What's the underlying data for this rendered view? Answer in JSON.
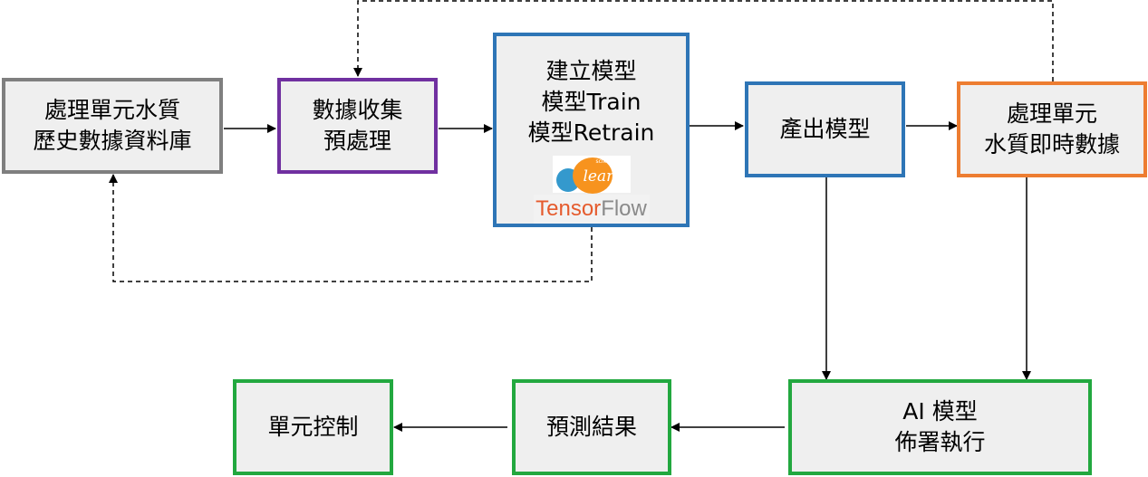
{
  "nodes": {
    "history_db": {
      "line1": "處理單元水質",
      "line2": "歷史數據資料庫"
    },
    "collect": {
      "line1": "數據收集",
      "line2": "預處理"
    },
    "build": {
      "line1": "建立模型",
      "line2": "模型Train",
      "line3": "模型Retrain"
    },
    "output_model": {
      "line1": "產出模型"
    },
    "realtime": {
      "line1": "處理單元",
      "line2": "水質即時數據"
    },
    "deploy": {
      "line1": "AI 模型",
      "line2": "佈署執行"
    },
    "prediction": {
      "line1": "預測結果"
    },
    "control": {
      "line1": "單元控制"
    }
  },
  "logos": {
    "sklearn": {
      "small": "scikit",
      "big": "learn",
      "icon": "scikit-learn-logo"
    },
    "tensorflow": {
      "part1": "Tensor",
      "part2": "Flow",
      "icon": "tensorflow-logo"
    }
  },
  "colors": {
    "gray": "#7f7f7f",
    "purple": "#7030a0",
    "blue": "#2e75b6",
    "orange": "#ed7d31",
    "green": "#22a83f",
    "fill": "#efefef"
  }
}
